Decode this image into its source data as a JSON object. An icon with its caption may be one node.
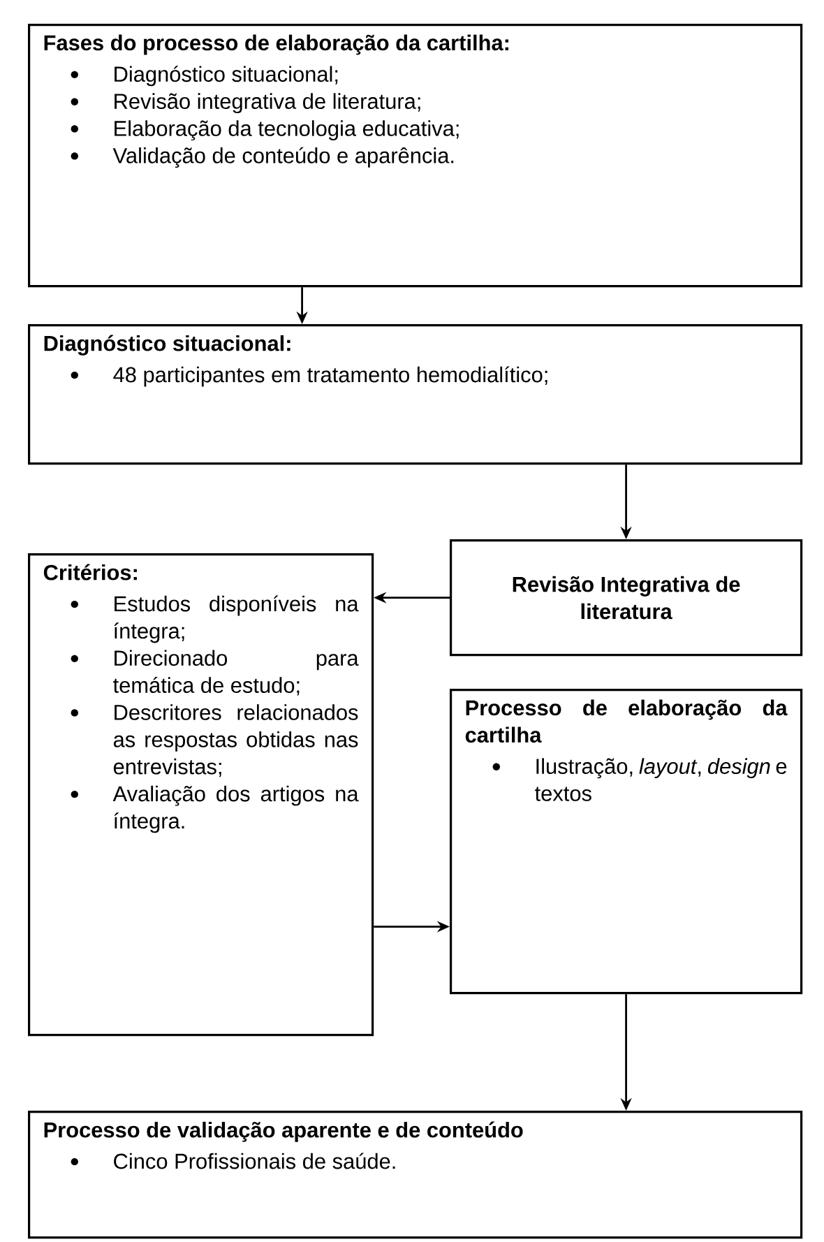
{
  "diagram": {
    "nodes": [
      {
        "text": [
          "Fases do processo de elaboração da cartilha:",
          "Diagnóstico situacional;",
          "Revisão integrativa de literatura;",
          "Elaboração da tecnologia educativa;",
          "Validação de conteúdo e aparência."
        ]
      },
      {
        "text": [
          "Diagnóstico situacional:",
          "48 participantes em tratamento hemodialítico;"
        ]
      },
      {
        "text": [
          "Revisão Integrativa de literatura"
        ]
      },
      {
        "text": [
          "Critérios:",
          "Estudos disponíveis na íntegra;",
          "Direcionado para temática de estudo;",
          "Descritores relacionados as respostas obtidas nas entrevistas;",
          "Avaliação dos artigos na íntegra."
        ]
      },
      {
        "text": [
          "Processo de elaboração da cartilha",
          "Ilustração, *layout*, *design* e textos"
        ]
      },
      {
        "text": [
          "Processo de validação aparente e de conteúdo",
          "Cinco Profissionais de saúde."
        ]
      }
    ],
    "edges": [
      {
        "from": 0,
        "to": 1,
        "arrow": "to"
      },
      {
        "from": 1,
        "to": 2,
        "arrow": "to"
      },
      {
        "from": 2,
        "to": 3,
        "arrow": "to"
      },
      {
        "from": 3,
        "to": 4,
        "arrow": "to"
      },
      {
        "from": 4,
        "to": 5,
        "arrow": "to"
      }
    ]
  }
}
